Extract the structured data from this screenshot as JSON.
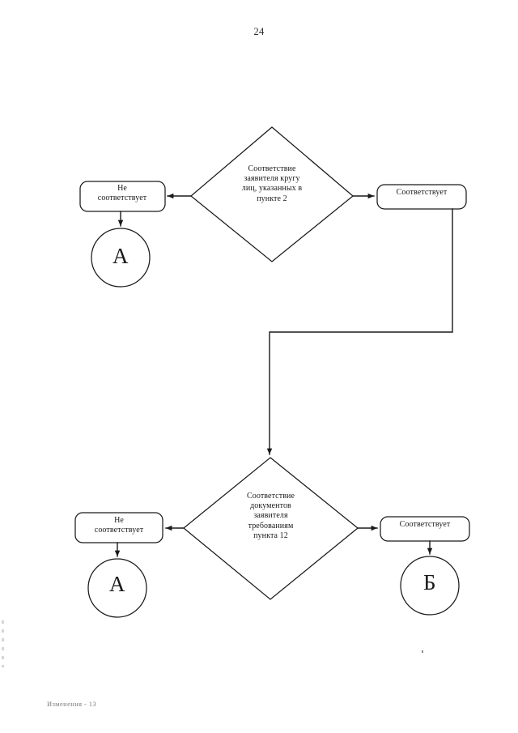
{
  "page": {
    "number": "24",
    "footer_note": "Изменения - 13",
    "background_color": "#ffffff",
    "ink_color": "#1a1a1a"
  },
  "diagram": {
    "type": "flowchart",
    "decisions": [
      {
        "id": "decision-applicant-eligibility",
        "shape": "diamond",
        "lines": [
          "Соответствие",
          "заявителя кругу",
          "лиц, указанных в",
          "пункте 2"
        ]
      },
      {
        "id": "decision-documents-requirements",
        "shape": "diamond",
        "lines": [
          "Соответствие",
          "документов",
          "заявителя",
          "требованиям",
          "пункта 12"
        ]
      }
    ],
    "boxes": [
      {
        "id": "box-not-compliant-top",
        "lines": [
          "Не",
          "соответствует"
        ]
      },
      {
        "id": "box-compliant-top",
        "lines": [
          "Соответствует"
        ]
      },
      {
        "id": "box-not-compliant-bottom",
        "lines": [
          "Не",
          "соответствует"
        ]
      },
      {
        "id": "box-compliant-bottom",
        "lines": [
          "Соответствует"
        ]
      }
    ],
    "connectors": [
      {
        "id": "decision1-to-not-compliant",
        "label": ""
      },
      {
        "id": "decision1-to-compliant",
        "label": ""
      },
      {
        "id": "not-compliant-top-to-a",
        "label": ""
      },
      {
        "id": "compliant-top-to-decision2",
        "label": ""
      },
      {
        "id": "decision2-to-not-compliant",
        "label": ""
      },
      {
        "id": "decision2-to-compliant",
        "label": ""
      },
      {
        "id": "not-compliant-bottom-to-a",
        "label": ""
      },
      {
        "id": "compliant-bottom-to-b",
        "label": ""
      }
    ],
    "connectors_circles": [
      {
        "id": "connector-a-top",
        "label": "А"
      },
      {
        "id": "connector-a-bottom",
        "label": "А"
      },
      {
        "id": "connector-b-bottom",
        "label": "Б"
      }
    ]
  }
}
